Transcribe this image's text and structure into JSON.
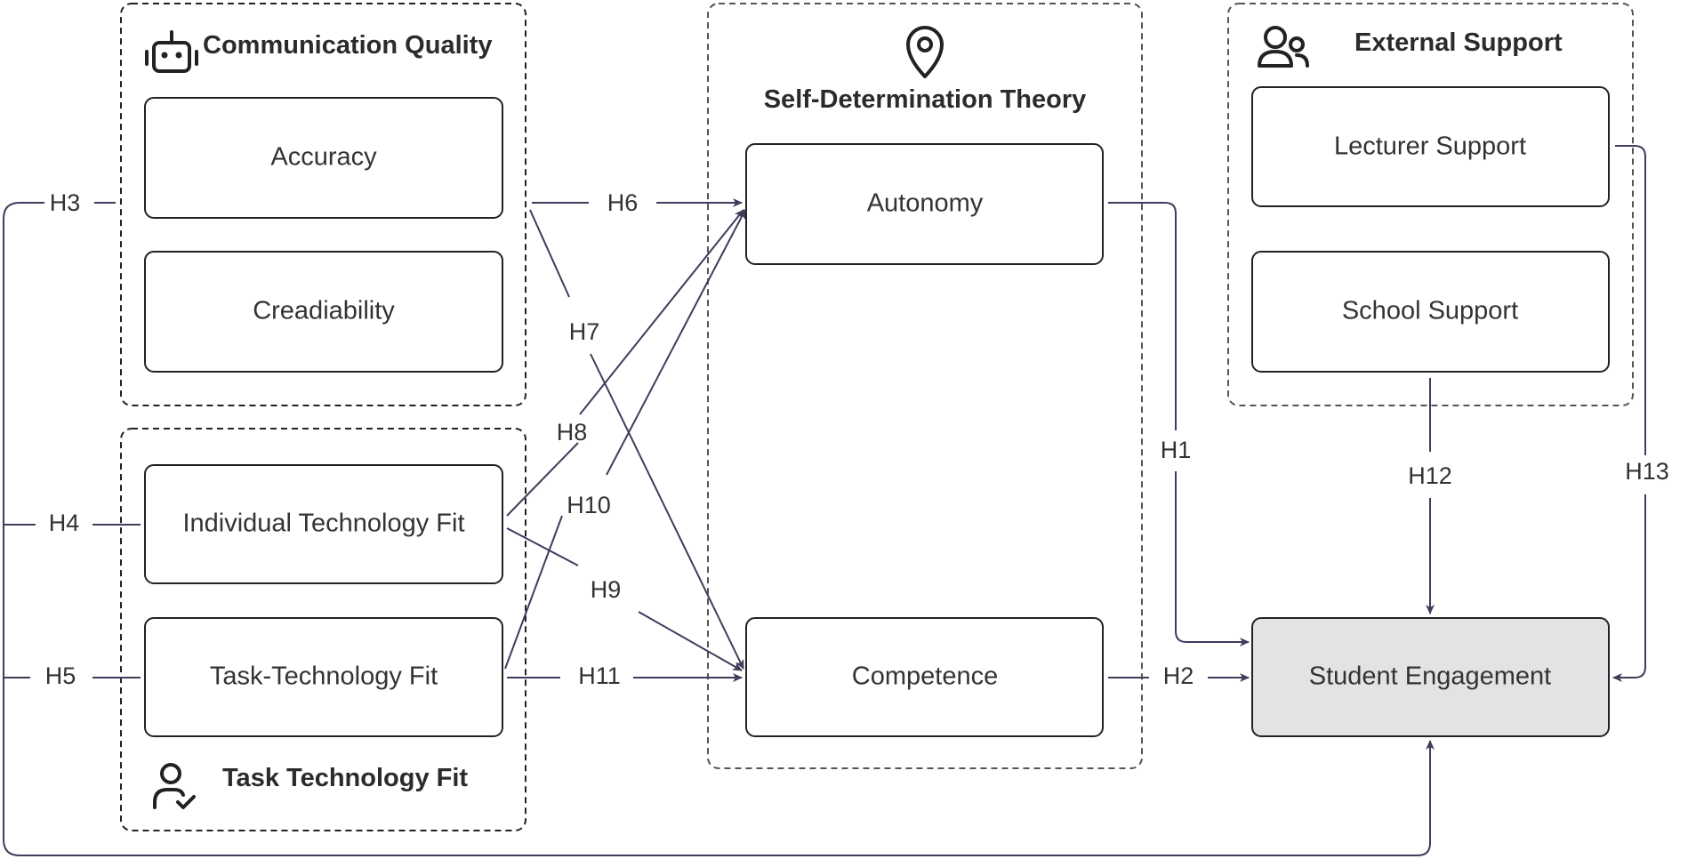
{
  "colors": {
    "arrow": "#3d3d5c",
    "box_border": "#222222",
    "dependent_fill": "#e3e3e6",
    "group_border_dark": "#222222",
    "group_border_light": "#555555"
  },
  "groups": {
    "communication_quality": {
      "title": "Communication Quality",
      "icon": "robot-icon"
    },
    "task_technology_fit": {
      "title": "Task Technology Fit",
      "icon": "user-check-icon"
    },
    "self_determination": {
      "title": "Self-Determination Theory",
      "icon": "map-pin-icon"
    },
    "external_support": {
      "title": "External Support",
      "icon": "users-icon"
    }
  },
  "nodes": {
    "accuracy": "Accuracy",
    "creadiability": "Creadiability",
    "individual_technology_fit": "Individual Technology Fit",
    "task_technology_fit": "Task-Technology Fit",
    "autonomy": "Autonomy",
    "competence": "Competence",
    "lecturer_support": "Lecturer Support",
    "school_support": "School Support",
    "student_engagement": "Student Engagement"
  },
  "hypotheses": {
    "h1": "H1",
    "h2": "H2",
    "h3": "H3",
    "h4": "H4",
    "h5": "H5",
    "h6": "H6",
    "h7": "H7",
    "h8": "H8",
    "h9": "H9",
    "h10": "H10",
    "h11": "H11",
    "h12": "H12",
    "h13": "H13"
  }
}
